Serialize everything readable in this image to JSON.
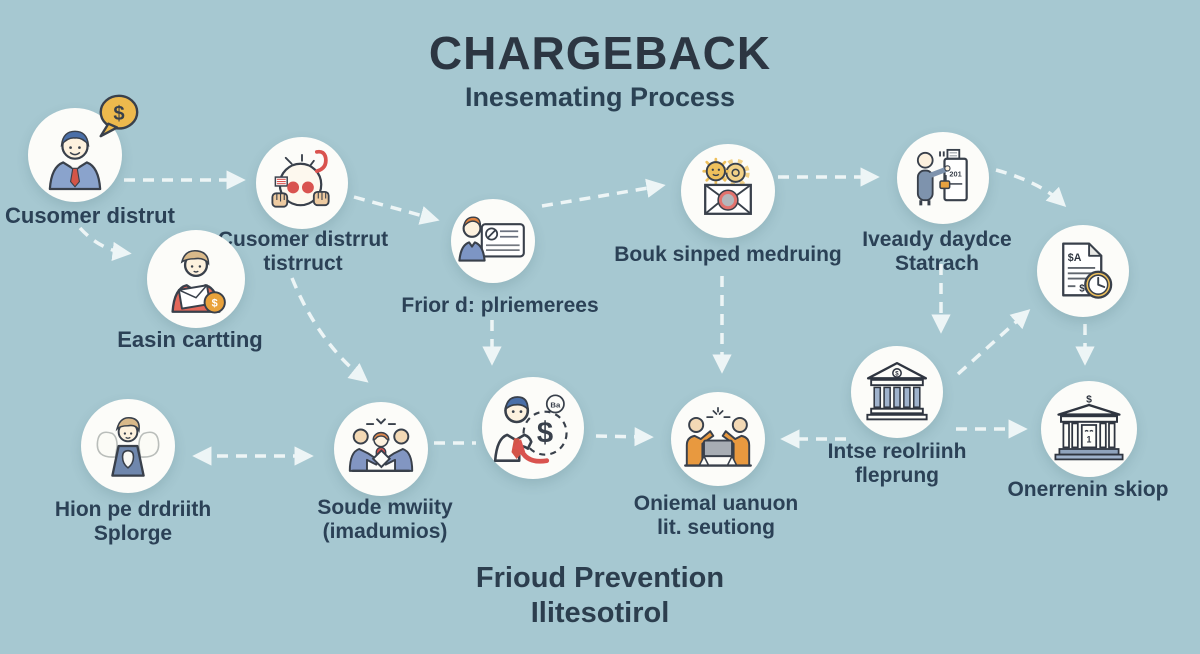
{
  "title": "CHARGEBACK",
  "subtitle": "Inesemating Process",
  "footer": {
    "line1": "Frioud Prevention",
    "line2": "Ilitesotirol"
  },
  "colors": {
    "background": "#a6c8d1",
    "circle": "#fcfcf9",
    "heading": "#2c3642",
    "label": "#2b4156",
    "arrow": "#edf5f6",
    "gold": "#edb94d",
    "red": "#d9534f",
    "blue": "#7d95c4",
    "orange": "#e8993f"
  },
  "nodes": [
    {
      "name": "customer-dispute",
      "lines": [
        "Cusomer distrut"
      ],
      "bubble_text": "$"
    },
    {
      "name": "customer-dispute-repeat",
      "lines": [
        "Cusomer distrrut",
        "tistrruct"
      ]
    },
    {
      "name": "card-review",
      "lines": [
        "Frior d: plriemerees"
      ]
    },
    {
      "name": "sealed-mail",
      "lines": [
        "Bouk sinped medruing"
      ]
    },
    {
      "name": "atm-statement",
      "lines": [
        "Iveaıdy daydce",
        "Statrach"
      ],
      "screen_text": "201"
    },
    {
      "name": "invoice-clock",
      "lines": [],
      "doc_label": "$A",
      "doc_symbol": "$"
    },
    {
      "name": "mail-payment",
      "lines": [
        "Easin cartting"
      ],
      "coin_text": "$"
    },
    {
      "name": "angel-review",
      "lines": [
        "Hion pe drdriith",
        "Splorge"
      ]
    },
    {
      "name": "team-meeting",
      "lines": [
        "Soude mwiity",
        "(imadumios)"
      ]
    },
    {
      "name": "refund-processing",
      "lines": [],
      "dollar_symbol": "$",
      "badge_text": "Ba"
    },
    {
      "name": "dispute-settlement",
      "lines": [
        "Oniemal uanuon",
        "lit. seutiong"
      ]
    },
    {
      "name": "issuing-bank",
      "lines": [
        "Intse reolriinh",
        "fleprung"
      ],
      "pediment_text": "$"
    },
    {
      "name": "acquiring-bank",
      "lines": [
        "Onerrenin skiop"
      ],
      "pediment_text": "$",
      "door_text": "1"
    }
  ]
}
